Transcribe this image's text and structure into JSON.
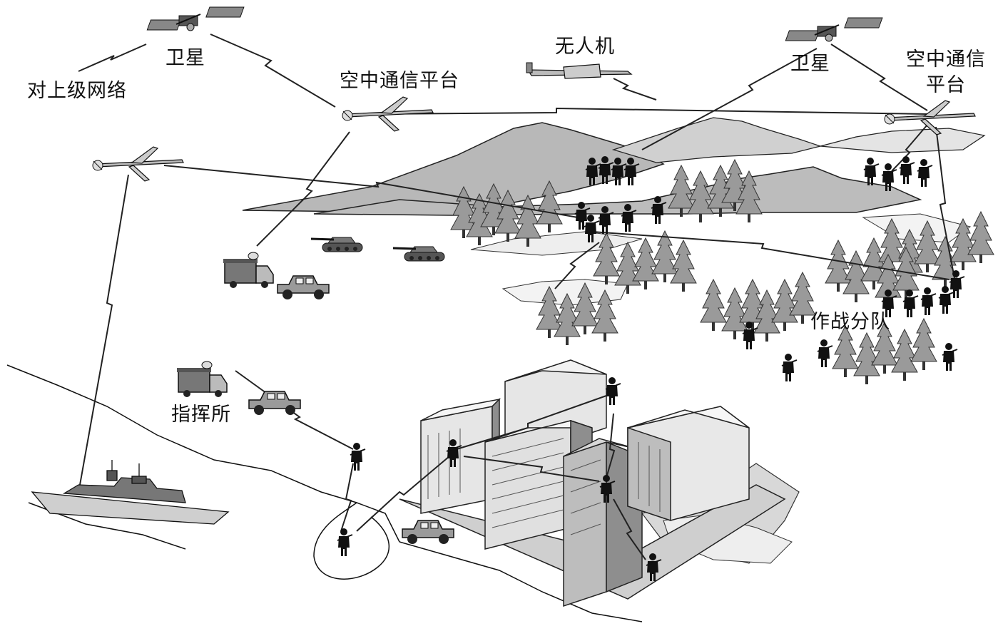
{
  "labels": {
    "upper_network": "对上级网络",
    "satellite_left": "卫星",
    "air_platform_left": "空中通信平台",
    "uav": "无人机",
    "satellite_right": "卫星",
    "air_platform_right_line1": "空中通信",
    "air_platform_right_line2": "平台",
    "combat_unit": "作战分队",
    "command_post": "指挥所"
  },
  "colors": {
    "ink": "#111111",
    "mountain": "#b8b8b8",
    "mountain_far": "#d0d0d0",
    "tree": "#9a9a9a",
    "building_light": "#e6e6e6",
    "building_mid": "#bdbdbd",
    "building_dark": "#8e8e8e",
    "ground": "#d8d8d8"
  }
}
